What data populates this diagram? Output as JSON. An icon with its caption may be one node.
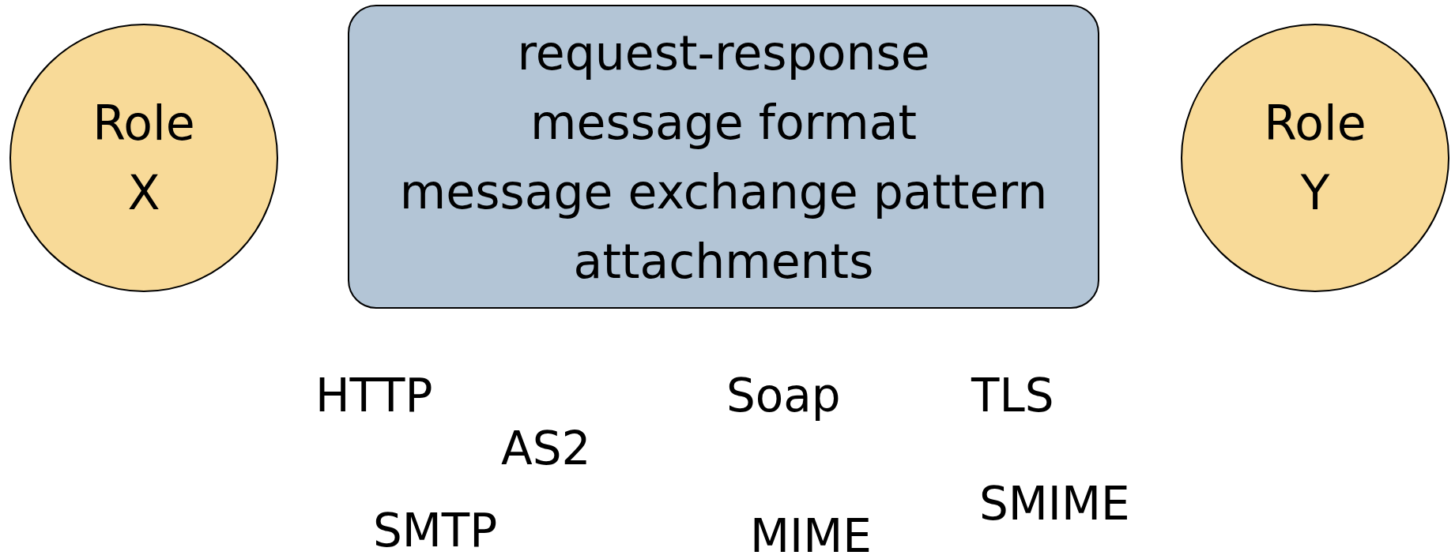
{
  "diagram": {
    "nodes": [
      {
        "text": [
          "Role X"
        ]
      },
      {
        "text": [
          "request-response",
          "message format",
          "message exchange pattern",
          "attachments"
        ]
      },
      {
        "text": [
          "Role Y"
        ]
      }
    ],
    "labels": [
      "HTTP",
      "Soap",
      "TLS",
      "AS2",
      "SMIME",
      "SMTP",
      "MIME"
    ]
  }
}
